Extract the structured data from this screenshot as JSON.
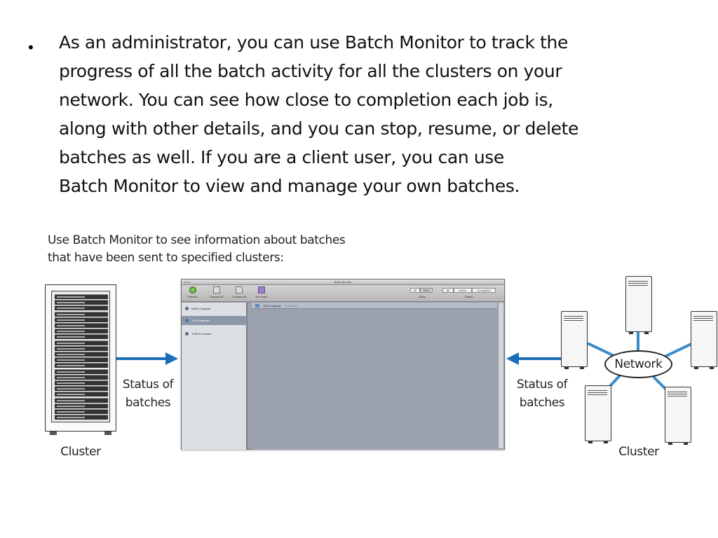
{
  "bullet": {
    "symbol": "•",
    "lines": [
      "As an administrator, you can use Batch Monitor to track the",
      "progress of all the batch activity for all the clusters on your",
      "network. You can see how close to completion each job is,",
      "along with other details, and you can stop, resume, or delete",
      "batches as well. If you are a client user, you can use",
      "Batch Monitor to view and manage your own batches."
    ]
  },
  "diagram": {
    "caption_lines": [
      "Use Batch Monitor to see information about batches",
      "that have been sent to specified clusters:"
    ],
    "left_cluster_label": "Cluster",
    "right_cluster_label": "Cluster",
    "left_status_lines": [
      "Status of",
      "batches"
    ],
    "right_status_lines": [
      "Status of",
      "batches"
    ],
    "network_label": "Network",
    "arrow_color": "#1a6fb8",
    "link_color": "#3a8cc9"
  },
  "window": {
    "title": "Batch Monitor",
    "toolbar_buttons": [
      {
        "label": "Refresh",
        "icon": "refresh-icon"
      },
      {
        "label": "Expand All",
        "icon": "expand-icon"
      },
      {
        "label": "Collapse All",
        "icon": "collapse-icon"
      },
      {
        "label": "Get Order",
        "icon": "order-icon"
      }
    ],
    "segment_left": [
      "All",
      "Mine"
    ],
    "segment_right": [
      "All",
      "Active",
      "Completed"
    ],
    "segment_left_label": "Show",
    "segment_right_label": "Status",
    "sidebar_items": [
      "Kall's Computer",
      "This Computer",
      "TLED in Cancer"
    ],
    "sidebar_selected": 1,
    "main_header": "This Computer",
    "main_header_sub": "3 batches"
  }
}
